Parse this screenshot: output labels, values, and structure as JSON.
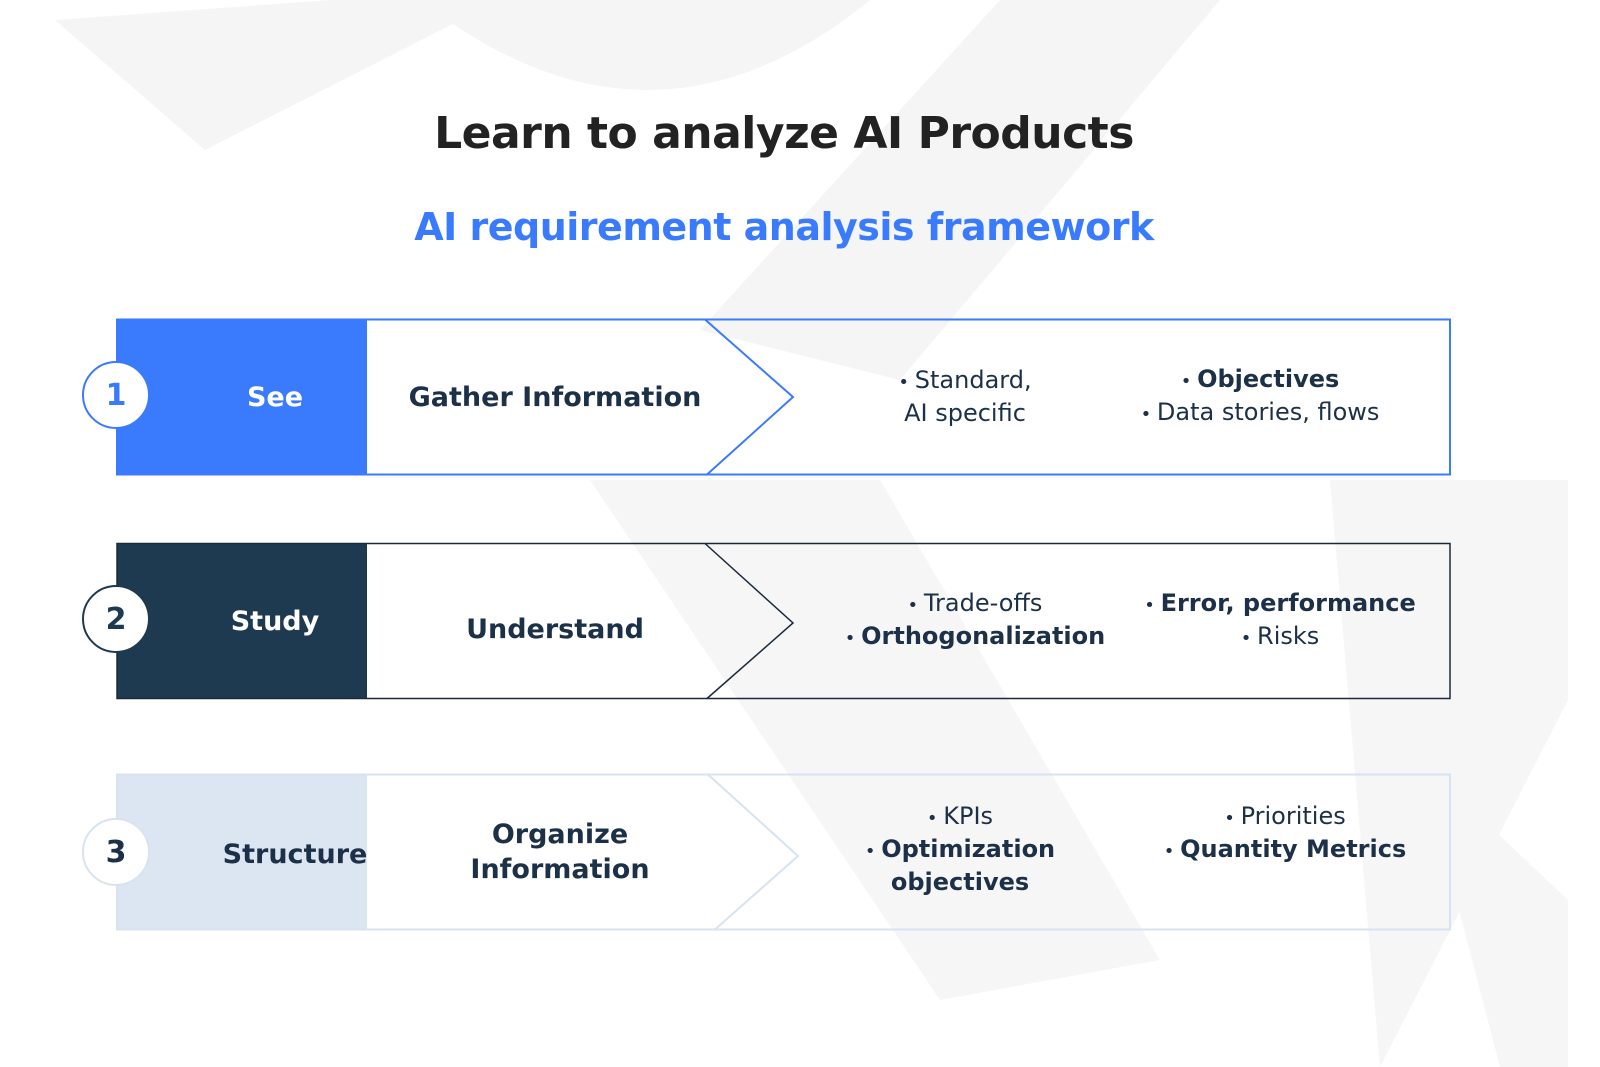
{
  "title": "Learn to analyze AI Products",
  "subtitle": "AI requirement analysis framework",
  "colors": {
    "accent": "#3a7bfd",
    "dark": "#1e3a50",
    "light": "#dce6f2",
    "text": "#1c3148"
  },
  "rows": [
    {
      "number": "1",
      "step": "See",
      "phase": "Gather Information",
      "col1": [
        {
          "text": "Standard,",
          "bold": false
        },
        {
          "text": "AI specific",
          "bold": false,
          "nobullet": true
        }
      ],
      "col2": [
        {
          "text": "Objectives",
          "bold": true
        },
        {
          "text": "Data stories, flows",
          "bold": false
        }
      ]
    },
    {
      "number": "2",
      "step": "Study",
      "phase": "Understand",
      "col1": [
        {
          "text": "Trade-offs",
          "bold": false
        },
        {
          "text": "Orthogonalization",
          "bold": true
        }
      ],
      "col2": [
        {
          "text": "Error, performance",
          "bold": true
        },
        {
          "text": "Risks",
          "bold": false
        }
      ]
    },
    {
      "number": "3",
      "step": "Structure",
      "phase": "Organize Information",
      "col1": [
        {
          "text": "KPIs",
          "bold": false
        },
        {
          "text": "Optimization",
          "bold": true
        },
        {
          "text": "objectives",
          "bold": true,
          "nobullet": true
        }
      ],
      "col2": [
        {
          "text": "Priorities",
          "bold": false
        },
        {
          "text": "Quantity Metrics",
          "bold": true
        }
      ]
    }
  ]
}
